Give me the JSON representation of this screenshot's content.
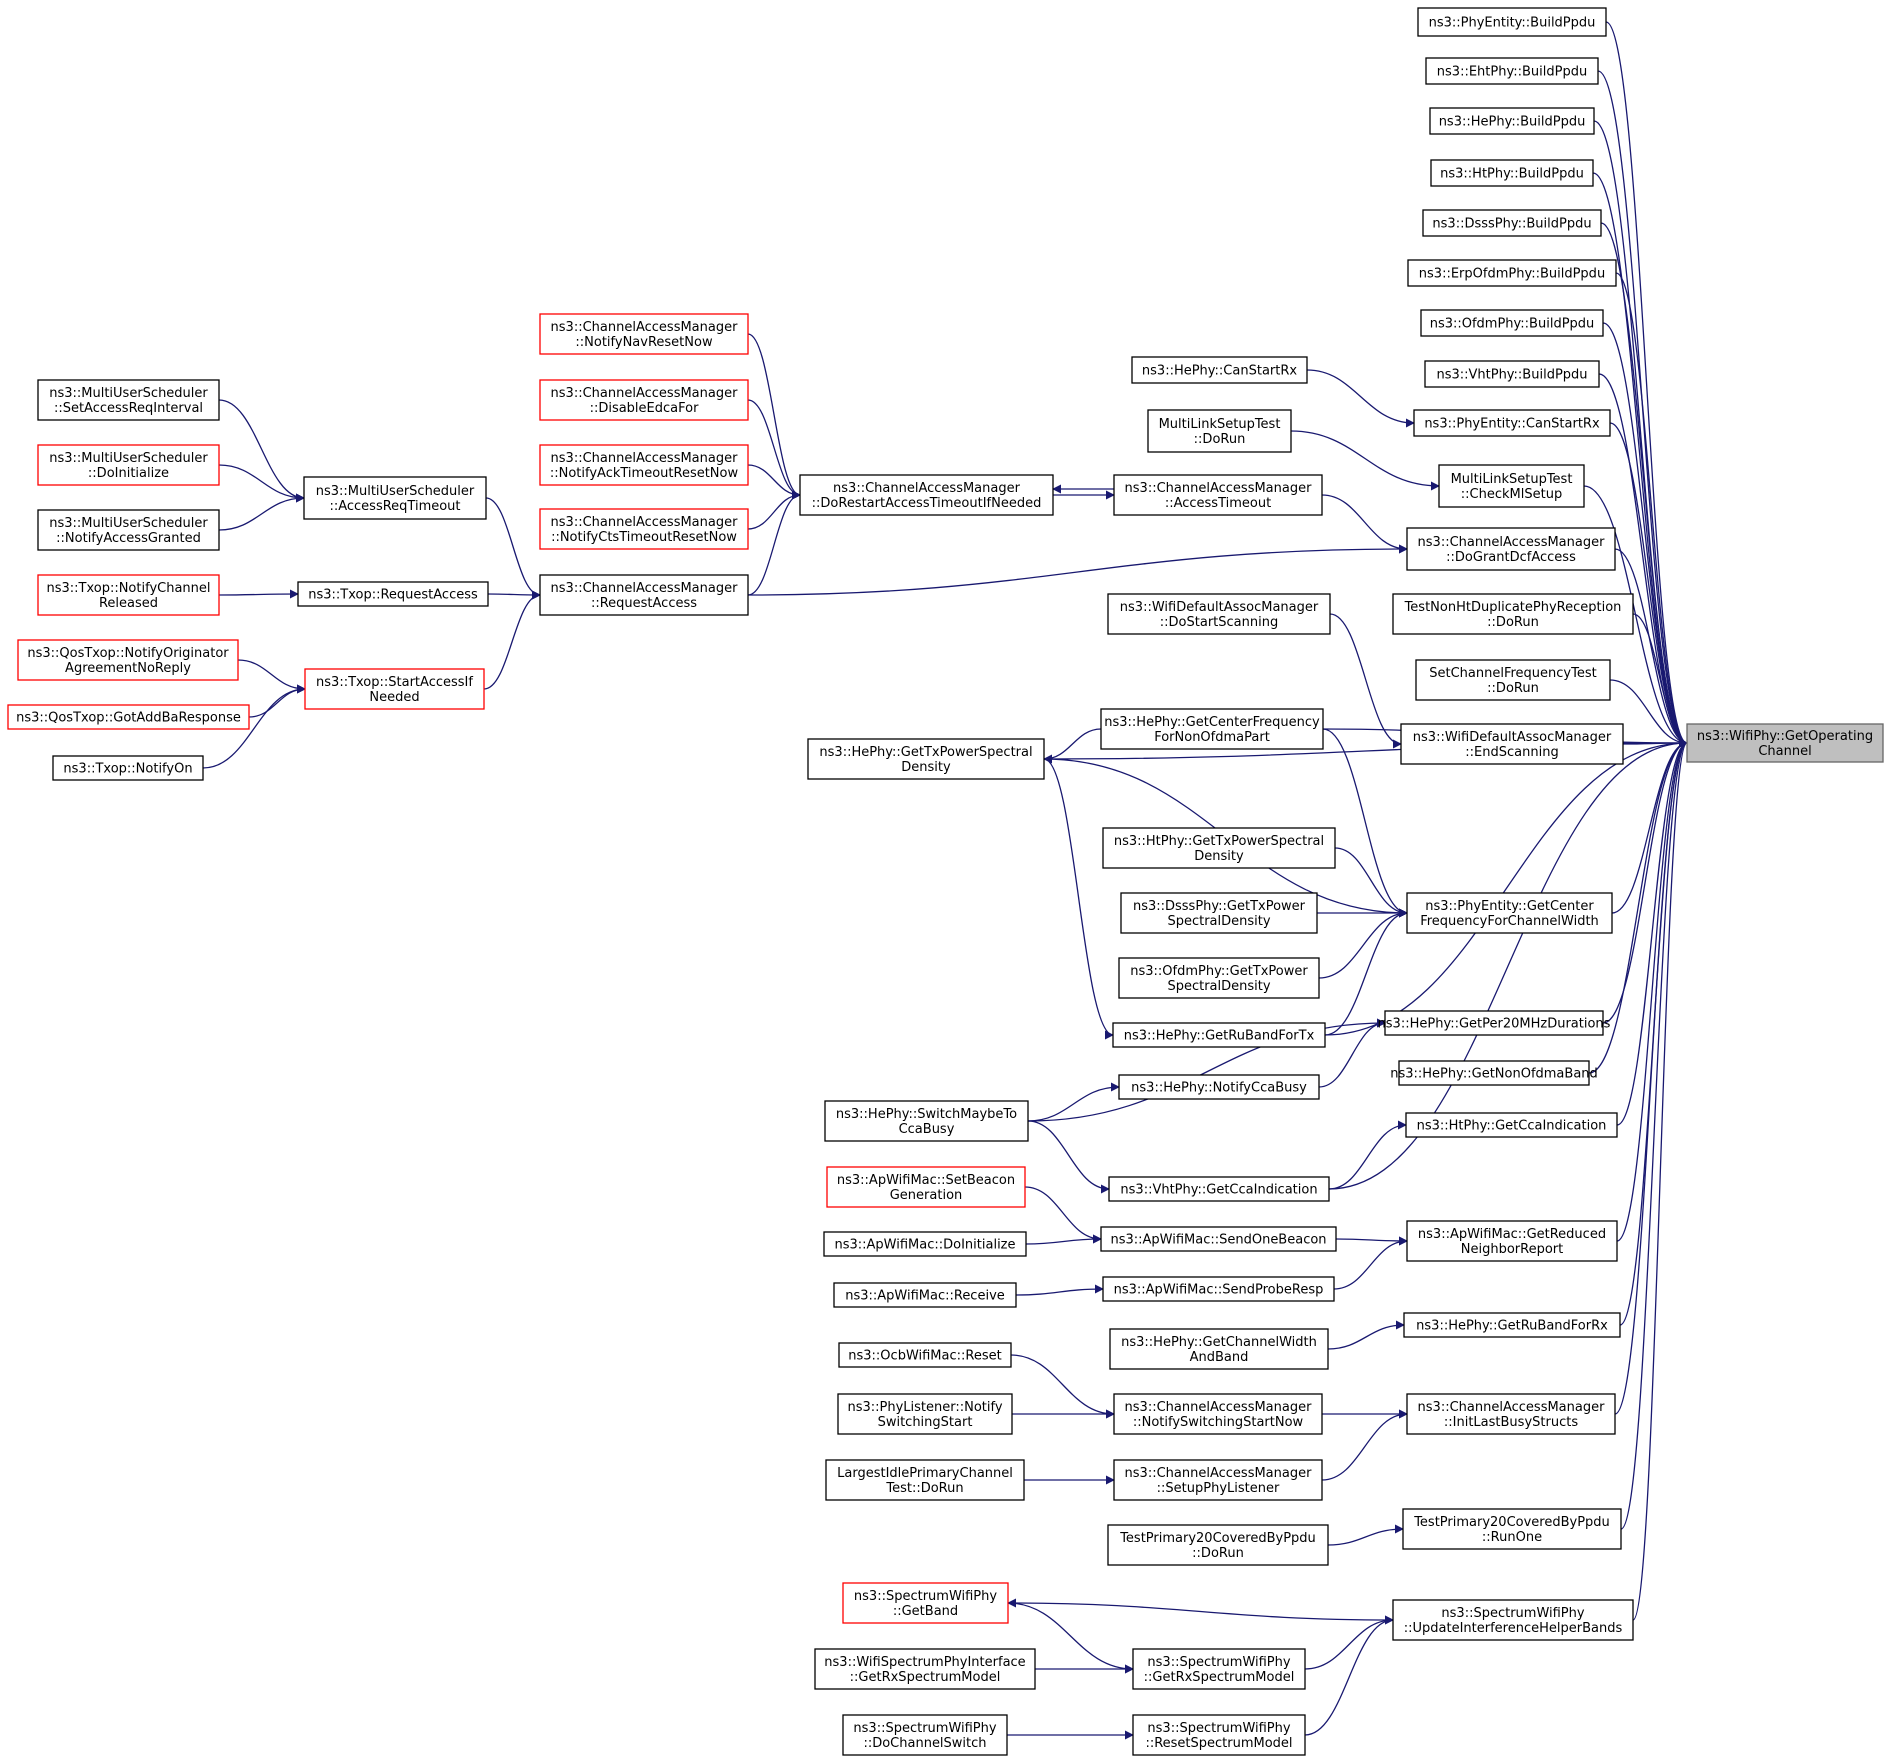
{
  "colors": {
    "edge": "#191970",
    "node_border": "#000000",
    "truncated_node_border": "#ff0000",
    "focus_node_fill": "#bfbfbf",
    "background": "#ffffff"
  },
  "focus_node": "wifiphy-getoperatingchannel",
  "nodes": [
    {
      "id": "phyentity-buildppdu",
      "lines": [
        "ns3::PhyEntity::BuildPpdu"
      ],
      "style": "normal"
    },
    {
      "id": "ehtphy-buildppdu",
      "lines": [
        "ns3::EhtPhy::BuildPpdu"
      ],
      "style": "normal"
    },
    {
      "id": "hephy-buildppdu",
      "lines": [
        "ns3::HePhy::BuildPpdu"
      ],
      "style": "normal"
    },
    {
      "id": "htphy-buildppdu",
      "lines": [
        "ns3::HtPhy::BuildPpdu"
      ],
      "style": "normal"
    },
    {
      "id": "dsssphy-buildppdu",
      "lines": [
        "ns3::DsssPhy::BuildPpdu"
      ],
      "style": "normal"
    },
    {
      "id": "erpofdmphy-buildppdu",
      "lines": [
        "ns3::ErpOfdmPhy::BuildPpdu"
      ],
      "style": "normal"
    },
    {
      "id": "ofdmphy-buildppdu",
      "lines": [
        "ns3::OfdmPhy::BuildPpdu"
      ],
      "style": "normal"
    },
    {
      "id": "vhtphy-buildppdu",
      "lines": [
        "ns3::VhtPhy::BuildPpdu"
      ],
      "style": "normal"
    },
    {
      "id": "hephy-canstartrx",
      "lines": [
        "ns3::HePhy::CanStartRx"
      ],
      "style": "normal"
    },
    {
      "id": "phyentity-canstartrx",
      "lines": [
        "ns3::PhyEntity::CanStartRx"
      ],
      "style": "normal"
    },
    {
      "id": "mlst-dorun",
      "lines": [
        "MultiLinkSetupTest",
        "::DoRun"
      ],
      "style": "normal"
    },
    {
      "id": "mlst-checkmlsetup",
      "lines": [
        "MultiLinkSetupTest",
        "::CheckMlSetup"
      ],
      "style": "normal"
    },
    {
      "id": "cam-notifynavresetnow",
      "lines": [
        "ns3::ChannelAccessManager",
        "::NotifyNavResetNow"
      ],
      "style": "truncated"
    },
    {
      "id": "cam-disableedcafor",
      "lines": [
        "ns3::ChannelAccessManager",
        "::DisableEdcaFor"
      ],
      "style": "truncated"
    },
    {
      "id": "cam-notifyacktimeoutresetnow",
      "lines": [
        "ns3::ChannelAccessManager",
        "::NotifyAckTimeoutResetNow"
      ],
      "style": "truncated"
    },
    {
      "id": "cam-notifyctstimeoutresetnow",
      "lines": [
        "ns3::ChannelAccessManager",
        "::NotifyCtsTimeoutResetNow"
      ],
      "style": "truncated"
    },
    {
      "id": "cam-dorestartaccesstimeoutifneeded",
      "lines": [
        "ns3::ChannelAccessManager",
        "::DoRestartAccessTimeoutIfNeeded"
      ],
      "style": "normal"
    },
    {
      "id": "cam-accesstimeout",
      "lines": [
        "ns3::ChannelAccessManager",
        "::AccessTimeout"
      ],
      "style": "normal"
    },
    {
      "id": "cam-dograntdcfaccess",
      "lines": [
        "ns3::ChannelAccessManager",
        "::DoGrantDcfAccess"
      ],
      "style": "normal"
    },
    {
      "id": "mus-setaccessreqinterval",
      "lines": [
        "ns3::MultiUserScheduler",
        "::SetAccessReqInterval"
      ],
      "style": "normal"
    },
    {
      "id": "mus-doinitialize",
      "lines": [
        "ns3::MultiUserScheduler",
        "::DoInitialize"
      ],
      "style": "truncated"
    },
    {
      "id": "mus-notifyaccessgranted",
      "lines": [
        "ns3::MultiUserScheduler",
        "::NotifyAccessGranted"
      ],
      "style": "normal"
    },
    {
      "id": "mus-accessreqtimeout",
      "lines": [
        "ns3::MultiUserScheduler",
        "::AccessReqTimeout"
      ],
      "style": "normal"
    },
    {
      "id": "txop-notifychannelreleased",
      "lines": [
        "ns3::Txop::NotifyChannel",
        "Released"
      ],
      "style": "truncated"
    },
    {
      "id": "txop-requestaccess",
      "lines": [
        "ns3::Txop::RequestAccess"
      ],
      "style": "normal"
    },
    {
      "id": "cam-requestaccess",
      "lines": [
        "ns3::ChannelAccessManager",
        "::RequestAccess"
      ],
      "style": "normal"
    },
    {
      "id": "qostxop-notifyoriginator",
      "lines": [
        "ns3::QosTxop::NotifyOriginator",
        "AgreementNoReply"
      ],
      "style": "truncated"
    },
    {
      "id": "qostxop-gotaddbaresponse",
      "lines": [
        "ns3::QosTxop::GotAddBaResponse"
      ],
      "style": "truncated"
    },
    {
      "id": "txop-notifyon",
      "lines": [
        "ns3::Txop::NotifyOn"
      ],
      "style": "normal"
    },
    {
      "id": "txop-startaccessifneeded",
      "lines": [
        "ns3::Txop::StartAccessIf",
        "Needed"
      ],
      "style": "truncated"
    },
    {
      "id": "wdam-dostartscanning",
      "lines": [
        "ns3::WifiDefaultAssocManager",
        "::DoStartScanning"
      ],
      "style": "normal"
    },
    {
      "id": "tnhdpr-dorun",
      "lines": [
        "TestNonHtDuplicatePhyReception",
        "::DoRun"
      ],
      "style": "normal"
    },
    {
      "id": "scft-dorun",
      "lines": [
        "SetChannelFrequencyTest",
        "::DoRun"
      ],
      "style": "normal"
    },
    {
      "id": "wdam-endscanning",
      "lines": [
        "ns3::WifiDefaultAssocManager",
        "::EndScanning"
      ],
      "style": "normal"
    },
    {
      "id": "wifiphy-getoperatingchannel",
      "lines": [
        "ns3::WifiPhy::GetOperating",
        "Channel"
      ],
      "style": "focus"
    },
    {
      "id": "hephy-getcenterfrequencyfornonofdmapart",
      "lines": [
        "ns3::HePhy::GetCenterFrequency",
        "ForNonOfdmaPart"
      ],
      "style": "normal"
    },
    {
      "id": "hephy-gettxpowerspectraldensity",
      "lines": [
        "ns3::HePhy::GetTxPowerSpectral",
        "Density"
      ],
      "style": "normal"
    },
    {
      "id": "htphy-gettxpowerspectraldensity",
      "lines": [
        "ns3::HtPhy::GetTxPowerSpectral",
        "Density"
      ],
      "style": "normal"
    },
    {
      "id": "dsssphy-gettxpowerspectraldensity",
      "lines": [
        "ns3::DsssPhy::GetTxPower",
        "SpectralDensity"
      ],
      "style": "normal"
    },
    {
      "id": "ofdmphy-gettxpowerspectraldensity",
      "lines": [
        "ns3::OfdmPhy::GetTxPower",
        "SpectralDensity"
      ],
      "style": "normal"
    },
    {
      "id": "phyentity-getcenterfrequencyforchannelwidth",
      "lines": [
        "ns3::PhyEntity::GetCenter",
        "FrequencyForChannelWidth"
      ],
      "style": "normal"
    },
    {
      "id": "hephy-getrubandfortx",
      "lines": [
        "ns3::HePhy::GetRuBandForTx"
      ],
      "style": "normal"
    },
    {
      "id": "hephy-getper20mhzdurations",
      "lines": [
        "ns3::HePhy::GetPer20MHzDurations"
      ],
      "style": "normal"
    },
    {
      "id": "hephy-getnonofdmaband",
      "lines": [
        "ns3::HePhy::GetNonOfdmaBand"
      ],
      "style": "normal"
    },
    {
      "id": "hephy-notifyccabusy",
      "lines": [
        "ns3::HePhy::NotifyCcaBusy"
      ],
      "style": "normal"
    },
    {
      "id": "hephy-switchmaybetoccabusy",
      "lines": [
        "ns3::HePhy::SwitchMaybeTo",
        "CcaBusy"
      ],
      "style": "normal"
    },
    {
      "id": "htphy-getccaindication",
      "lines": [
        "ns3::HtPhy::GetCcaIndication"
      ],
      "style": "normal"
    },
    {
      "id": "vhtphy-getccaindication",
      "lines": [
        "ns3::VhtPhy::GetCcaIndication"
      ],
      "style": "normal"
    },
    {
      "id": "apwifimac-setbeacongeneration",
      "lines": [
        "ns3::ApWifiMac::SetBeacon",
        "Generation"
      ],
      "style": "truncated"
    },
    {
      "id": "apwifimac-doinitialize",
      "lines": [
        "ns3::ApWifiMac::DoInitialize"
      ],
      "style": "normal"
    },
    {
      "id": "apwifimac-sendonebeacon",
      "lines": [
        "ns3::ApWifiMac::SendOneBeacon"
      ],
      "style": "normal"
    },
    {
      "id": "apwifimac-getreducedneighborreport",
      "lines": [
        "ns3::ApWifiMac::GetReduced",
        "NeighborReport"
      ],
      "style": "normal"
    },
    {
      "id": "apwifimac-receive",
      "lines": [
        "ns3::ApWifiMac::Receive"
      ],
      "style": "normal"
    },
    {
      "id": "apwifimac-sendproberesp",
      "lines": [
        "ns3::ApWifiMac::SendProbeResp"
      ],
      "style": "normal"
    },
    {
      "id": "hephy-getchannelwidthandband",
      "lines": [
        "ns3::HePhy::GetChannelWidth",
        "AndBand"
      ],
      "style": "normal"
    },
    {
      "id": "hephy-getrubandforrx",
      "lines": [
        "ns3::HePhy::GetRuBandForRx"
      ],
      "style": "normal"
    },
    {
      "id": "ocbwifimac-reset",
      "lines": [
        "ns3::OcbWifiMac::Reset"
      ],
      "style": "normal"
    },
    {
      "id": "phylistener-notifyswitchingstart",
      "lines": [
        "ns3::PhyListener::Notify",
        "SwitchingStart"
      ],
      "style": "normal"
    },
    {
      "id": "cam-notifyswitchingstartnow",
      "lines": [
        "ns3::ChannelAccessManager",
        "::NotifySwitchingStartNow"
      ],
      "style": "normal"
    },
    {
      "id": "cam-initlastbusystructs",
      "lines": [
        "ns3::ChannelAccessManager",
        "::InitLastBusyStructs"
      ],
      "style": "normal"
    },
    {
      "id": "lipct-dorun",
      "lines": [
        "LargestIdlePrimaryChannel",
        "Test::DoRun"
      ],
      "style": "normal"
    },
    {
      "id": "cam-setupphylistener",
      "lines": [
        "ns3::ChannelAccessManager",
        "::SetupPhyListener"
      ],
      "style": "normal"
    },
    {
      "id": "tp20cbp-dorun",
      "lines": [
        "TestPrimary20CoveredByPpdu",
        "::DoRun"
      ],
      "style": "normal"
    },
    {
      "id": "tp20cbp-runone",
      "lines": [
        "TestPrimary20CoveredByPpdu",
        "::RunOne"
      ],
      "style": "normal"
    },
    {
      "id": "swp-getband",
      "lines": [
        "ns3::SpectrumWifiPhy",
        "::GetBand"
      ],
      "style": "truncated"
    },
    {
      "id": "swp-updateinterferencehelperbands",
      "lines": [
        "ns3::SpectrumWifiPhy",
        "::UpdateInterferenceHelperBands"
      ],
      "style": "normal"
    },
    {
      "id": "wspi-getrxspectrummodel",
      "lines": [
        "ns3::WifiSpectrumPhyInterface",
        "::GetRxSpectrumModel"
      ],
      "style": "normal"
    },
    {
      "id": "swp-getrxspectrummodel",
      "lines": [
        "ns3::SpectrumWifiPhy",
        "::GetRxSpectrumModel"
      ],
      "style": "normal"
    },
    {
      "id": "swp-dochannelswitch",
      "lines": [
        "ns3::SpectrumWifiPhy",
        "::DoChannelSwitch"
      ],
      "style": "normal"
    },
    {
      "id": "swp-resetspectrummodel",
      "lines": [
        "ns3::SpectrumWifiPhy",
        "::ResetSpectrumModel"
      ],
      "style": "normal"
    }
  ],
  "edges": [
    [
      "phyentity-buildppdu",
      "wifiphy-getoperatingchannel"
    ],
    [
      "ehtphy-buildppdu",
      "wifiphy-getoperatingchannel"
    ],
    [
      "hephy-buildppdu",
      "wifiphy-getoperatingchannel"
    ],
    [
      "htphy-buildppdu",
      "wifiphy-getoperatingchannel"
    ],
    [
      "dsssphy-buildppdu",
      "wifiphy-getoperatingchannel"
    ],
    [
      "erpofdmphy-buildppdu",
      "wifiphy-getoperatingchannel"
    ],
    [
      "ofdmphy-buildppdu",
      "wifiphy-getoperatingchannel"
    ],
    [
      "vhtphy-buildppdu",
      "wifiphy-getoperatingchannel"
    ],
    [
      "phyentity-canstartrx",
      "wifiphy-getoperatingchannel"
    ],
    [
      "mlst-checkmlsetup",
      "wifiphy-getoperatingchannel"
    ],
    [
      "cam-dograntdcfaccess",
      "wifiphy-getoperatingchannel"
    ],
    [
      "tnhdpr-dorun",
      "wifiphy-getoperatingchannel"
    ],
    [
      "scft-dorun",
      "wifiphy-getoperatingchannel"
    ],
    [
      "wdam-endscanning",
      "wifiphy-getoperatingchannel"
    ],
    [
      "hephy-gettxpowerspectraldensity",
      "wifiphy-getoperatingchannel"
    ],
    [
      "hephy-getcenterfrequencyfornonofdmapart",
      "wifiphy-getoperatingchannel"
    ],
    [
      "phyentity-getcenterfrequencyforchannelwidth",
      "wifiphy-getoperatingchannel"
    ],
    [
      "hephy-getrubandfortx",
      "wifiphy-getoperatingchannel"
    ],
    [
      "hephy-getper20mhzdurations",
      "wifiphy-getoperatingchannel"
    ],
    [
      "hephy-getnonofdmaband",
      "wifiphy-getoperatingchannel"
    ],
    [
      "htphy-getccaindication",
      "wifiphy-getoperatingchannel"
    ],
    [
      "vhtphy-getccaindication",
      "wifiphy-getoperatingchannel"
    ],
    [
      "apwifimac-getreducedneighborreport",
      "wifiphy-getoperatingchannel"
    ],
    [
      "hephy-getrubandforrx",
      "wifiphy-getoperatingchannel"
    ],
    [
      "cam-initlastbusystructs",
      "wifiphy-getoperatingchannel"
    ],
    [
      "tp20cbp-runone",
      "wifiphy-getoperatingchannel"
    ],
    [
      "swp-updateinterferencehelperbands",
      "wifiphy-getoperatingchannel"
    ],
    [
      "hephy-canstartrx",
      "phyentity-canstartrx"
    ],
    [
      "mlst-dorun",
      "mlst-checkmlsetup"
    ],
    [
      "cam-accesstimeout",
      "cam-dograntdcfaccess"
    ],
    [
      "cam-requestaccess",
      "cam-dograntdcfaccess"
    ],
    [
      "wdam-dostartscanning",
      "wdam-endscanning"
    ],
    [
      "cam-notifynavresetnow",
      "cam-dorestartaccesstimeoutifneeded"
    ],
    [
      "cam-disableedcafor",
      "cam-dorestartaccesstimeoutifneeded"
    ],
    [
      "cam-notifyacktimeoutresetnow",
      "cam-dorestartaccesstimeoutifneeded"
    ],
    [
      "cam-notifyctstimeoutresetnow",
      "cam-dorestartaccesstimeoutifneeded"
    ],
    [
      "cam-accesstimeout",
      "cam-dorestartaccesstimeoutifneeded"
    ],
    [
      "cam-requestaccess",
      "cam-dorestartaccesstimeoutifneeded"
    ],
    [
      "cam-dorestartaccesstimeoutifneeded",
      "cam-accesstimeout"
    ],
    [
      "mus-setaccessreqinterval",
      "mus-accessreqtimeout"
    ],
    [
      "mus-doinitialize",
      "mus-accessreqtimeout"
    ],
    [
      "mus-notifyaccessgranted",
      "mus-accessreqtimeout"
    ],
    [
      "mus-accessreqtimeout",
      "cam-requestaccess"
    ],
    [
      "txop-notifychannelreleased",
      "txop-requestaccess"
    ],
    [
      "txop-requestaccess",
      "cam-requestaccess"
    ],
    [
      "txop-startaccessifneeded",
      "cam-requestaccess"
    ],
    [
      "qostxop-notifyoriginator",
      "txop-startaccessifneeded"
    ],
    [
      "qostxop-gotaddbaresponse",
      "txop-startaccessifneeded"
    ],
    [
      "txop-notifyon",
      "txop-startaccessifneeded"
    ],
    [
      "hephy-getcenterfrequencyfornonofdmapart",
      "hephy-gettxpowerspectraldensity"
    ],
    [
      "hephy-gettxpowerspectraldensity",
      "phyentity-getcenterfrequencyforchannelwidth"
    ],
    [
      "hephy-getcenterfrequencyfornonofdmapart",
      "phyentity-getcenterfrequencyforchannelwidth"
    ],
    [
      "htphy-gettxpowerspectraldensity",
      "phyentity-getcenterfrequencyforchannelwidth"
    ],
    [
      "dsssphy-gettxpowerspectraldensity",
      "phyentity-getcenterfrequencyforchannelwidth"
    ],
    [
      "ofdmphy-gettxpowerspectraldensity",
      "phyentity-getcenterfrequencyforchannelwidth"
    ],
    [
      "hephy-getrubandfortx",
      "phyentity-getcenterfrequencyforchannelwidth"
    ],
    [
      "hephy-gettxpowerspectraldensity",
      "hephy-getrubandfortx"
    ],
    [
      "hephy-notifyccabusy",
      "hephy-getper20mhzdurations"
    ],
    [
      "hephy-switchmaybetoccabusy",
      "hephy-getper20mhzdurations"
    ],
    [
      "hephy-switchmaybetoccabusy",
      "hephy-notifyccabusy"
    ],
    [
      "hephy-switchmaybetoccabusy",
      "vhtphy-getccaindication"
    ],
    [
      "vhtphy-getccaindication",
      "htphy-getccaindication"
    ],
    [
      "apwifimac-setbeacongeneration",
      "apwifimac-sendonebeacon"
    ],
    [
      "apwifimac-doinitialize",
      "apwifimac-sendonebeacon"
    ],
    [
      "apwifimac-sendonebeacon",
      "apwifimac-getreducedneighborreport"
    ],
    [
      "apwifimac-receive",
      "apwifimac-sendproberesp"
    ],
    [
      "apwifimac-sendproberesp",
      "apwifimac-getreducedneighborreport"
    ],
    [
      "hephy-getchannelwidthandband",
      "hephy-getrubandforrx"
    ],
    [
      "ocbwifimac-reset",
      "cam-notifyswitchingstartnow"
    ],
    [
      "phylistener-notifyswitchingstart",
      "cam-notifyswitchingstartnow"
    ],
    [
      "cam-notifyswitchingstartnow",
      "cam-initlastbusystructs"
    ],
    [
      "lipct-dorun",
      "cam-setupphylistener"
    ],
    [
      "cam-setupphylistener",
      "cam-initlastbusystructs"
    ],
    [
      "tp20cbp-dorun",
      "tp20cbp-runone"
    ],
    [
      "swp-updateinterferencehelperbands",
      "swp-getband"
    ],
    [
      "swp-getband",
      "swp-getrxspectrummodel"
    ],
    [
      "wspi-getrxspectrummodel",
      "swp-getrxspectrummodel"
    ],
    [
      "swp-getrxspectrummodel",
      "swp-updateinterferencehelperbands"
    ],
    [
      "swp-dochannelswitch",
      "swp-resetspectrummodel"
    ],
    [
      "swp-resetspectrummodel",
      "swp-updateinterferencehelperbands"
    ]
  ]
}
